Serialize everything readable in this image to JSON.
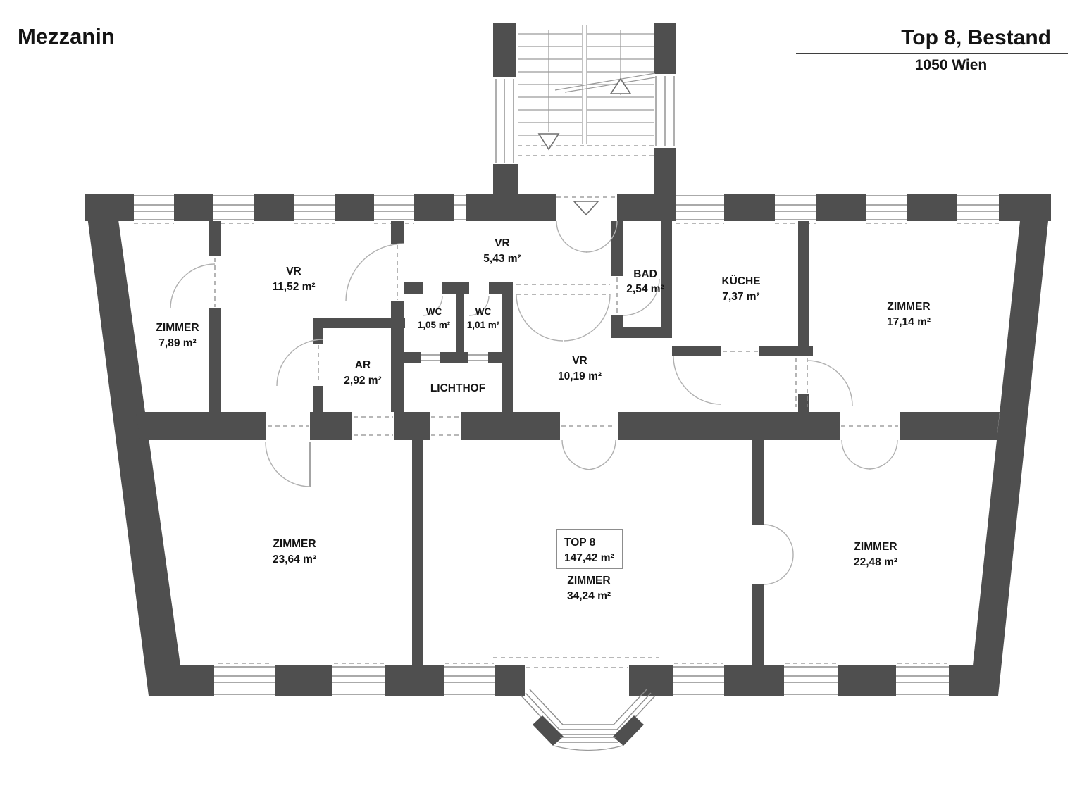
{
  "header": {
    "floor_label": "Mezzanin",
    "title": "Top 8, Bestand",
    "subtitle": "1050 Wien"
  },
  "unit": {
    "label": "TOP 8",
    "total_area": "147,42 m²"
  },
  "rooms": {
    "zimmer_nw": {
      "name": "ZIMMER",
      "area": "7,89 m²"
    },
    "vr_west": {
      "name": "VR",
      "area": "11,52 m²"
    },
    "vr_entry": {
      "name": "VR",
      "area": "5,43 m²"
    },
    "wc_1": {
      "name": "WC",
      "area": "1,05 m²"
    },
    "wc_2": {
      "name": "WC",
      "area": "1,01 m²"
    },
    "ar": {
      "name": "AR",
      "area": "2,92 m²"
    },
    "lichthof": {
      "name": "LICHTHOF"
    },
    "vr_mid": {
      "name": "VR",
      "area": "10,19 m²"
    },
    "bad": {
      "name": "BAD",
      "area": "2,54 m²"
    },
    "kueche": {
      "name": "KÜCHE",
      "area": "7,37 m²"
    },
    "zimmer_ne": {
      "name": "ZIMMER",
      "area": "17,14 m²"
    },
    "zimmer_sw": {
      "name": "ZIMMER",
      "area": "23,64 m²"
    },
    "zimmer_s": {
      "name": "ZIMMER",
      "area": "34,24 m²"
    },
    "zimmer_se": {
      "name": "ZIMMER",
      "area": "22,48 m²"
    }
  }
}
